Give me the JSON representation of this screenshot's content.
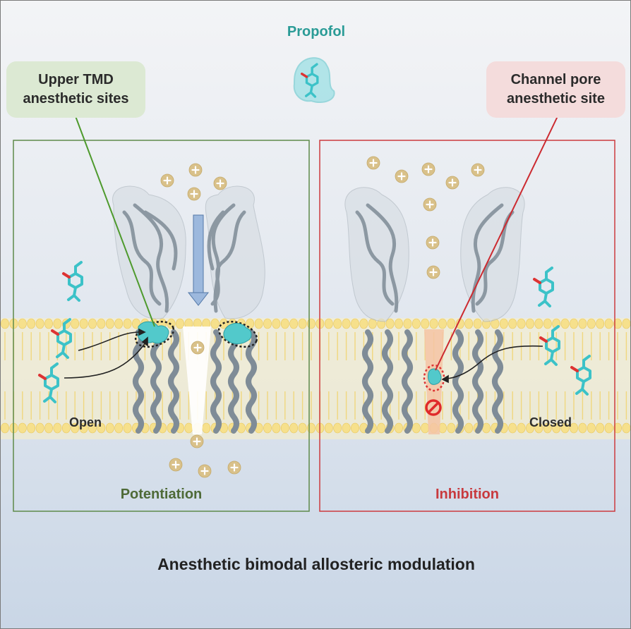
{
  "figure": {
    "propofol_label": "Propofol",
    "callout_upper": {
      "line1": "Upper TMD",
      "line2": "anesthetic sites"
    },
    "callout_pore": {
      "line1": "Channel pore",
      "line2": "anesthetic site"
    },
    "state_open": "Open",
    "state_closed": "Closed",
    "panel_left_title": "Potentiation",
    "panel_right_title": "Inhibition",
    "main_caption": "Anesthetic bimodal allosteric modulation"
  },
  "colors": {
    "propofol_teal": "#2a9b96",
    "potentiation_green": "#4e6a37",
    "inhibition_red": "#c83a3e",
    "ion_gold": "#d8c088",
    "membrane_yellow": "#f6e08c",
    "protein_gray": "#8d99a4"
  },
  "icons": {
    "ion": "plus-ion-icon",
    "drug": "propofol-molecule-icon",
    "blocked": "blocked-icon",
    "flow": "ion-flow-arrow-icon"
  }
}
